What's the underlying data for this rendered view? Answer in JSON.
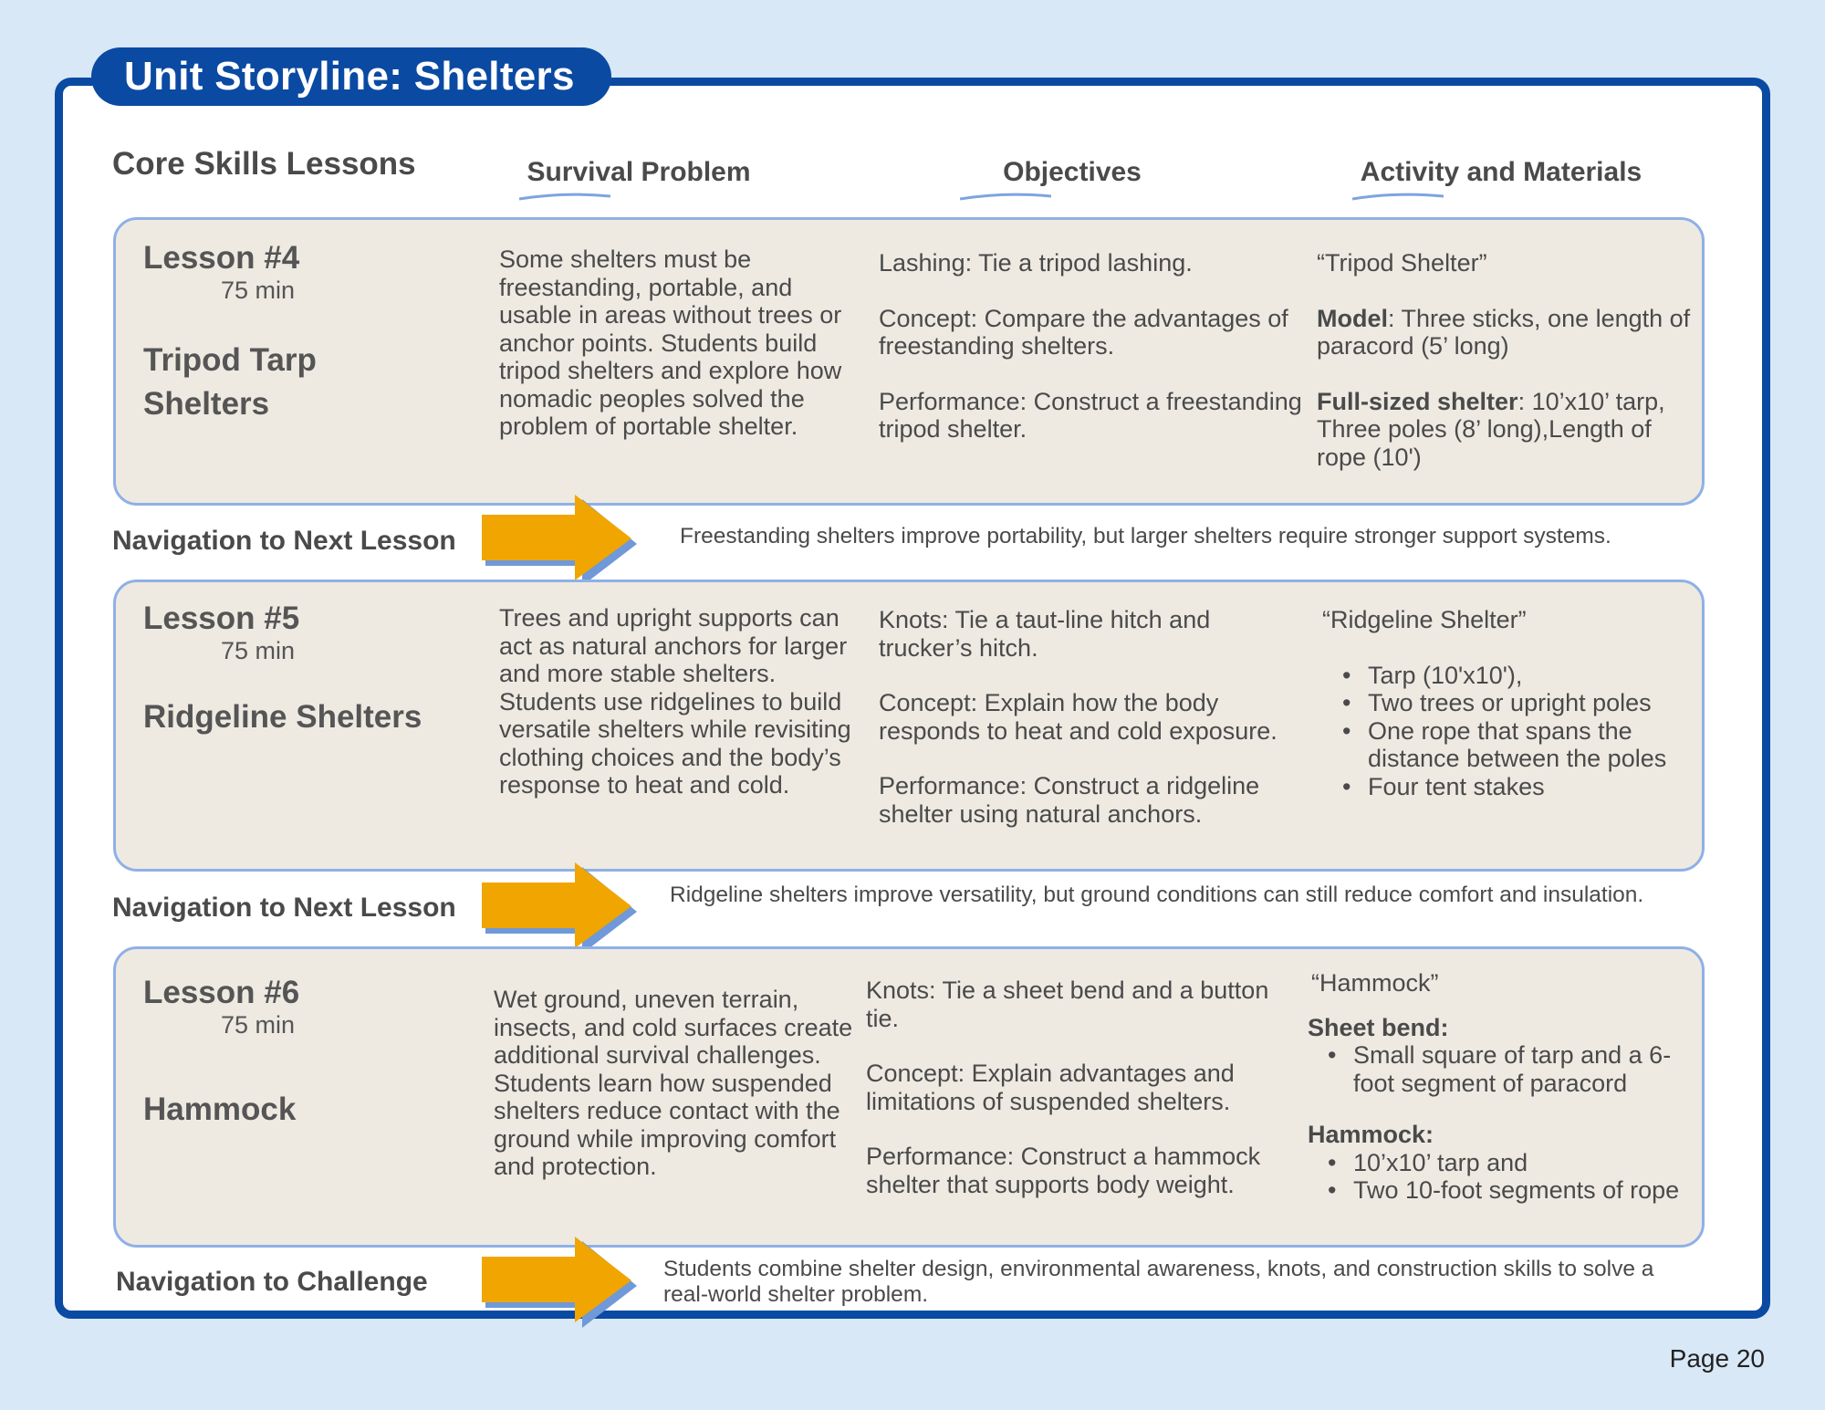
{
  "title": "Unit Storyline: Shelters",
  "core_label": "Core Skills Lessons",
  "columns": [
    "Survival Problem",
    "Objectives",
    "Activity and Materials"
  ],
  "lessons": [
    {
      "number": "Lesson #4",
      "time": "75 min",
      "name_lines": [
        "Tripod Tarp",
        "Shelters"
      ],
      "problem": "Some shelters must be freestanding, portable, and usable in areas without trees or anchor points. Students build tripod shelters and explore how nomadic peoples solved the problem of portable shelter.",
      "objectives": [
        "Lashing: Tie a tripod lashing.",
        "Concept: Compare the advantages of freestanding shelters.",
        "Performance: Construct a freestanding tripod shelter."
      ],
      "activity": {
        "title": "“Tripod Shelter”",
        "model_label": "Model",
        "model_text": ": Three sticks, one length of paracord (5’ long)",
        "full_label": "Full-sized shelter",
        "full_text": ": 10’x10’ tarp, Three poles (8’ long),Length of rope (10')"
      }
    },
    {
      "number": "Lesson #5",
      "time": "75 min",
      "name_lines": [
        "Ridgeline Shelters"
      ],
      "problem": "Trees and upright supports can act as natural anchors for larger and more stable shelters. Students use ridgelines to build versatile shelters while revisiting clothing choices and the body’s response to heat and cold.",
      "objectives": [
        "Knots: Tie a taut-line hitch and trucker’s hitch.",
        "Concept: Explain how the body responds to heat and cold exposure.",
        "Performance: Construct a ridgeline shelter using natural anchors."
      ],
      "activity": {
        "title": "“Ridgeline Shelter”",
        "items": [
          "Tarp (10'x10'),",
          "Two trees or upright poles",
          "One rope that spans the distance between the poles",
          "Four tent stakes"
        ]
      }
    },
    {
      "number": "Lesson #6",
      "time": "75 min",
      "name_lines": [
        "Hammock"
      ],
      "problem": "Wet ground, uneven terrain, insects, and cold surfaces create additional survival challenges. Students learn how suspended shelters reduce contact with the ground while improving comfort and protection.",
      "objectives": [
        "Knots: Tie a sheet bend and a button tie.",
        "Concept: Explain advantages and limitations of suspended shelters.",
        "Performance: Construct a hammock shelter that supports body weight."
      ],
      "activity": {
        "title": "“Hammock”",
        "sheet_label": "Sheet bend:",
        "sheet_items": [
          "Small square of tarp and a 6-foot segment of paracord"
        ],
        "hammock_label": "Hammock:",
        "hammock_items": [
          "10’x10’ tarp and",
          "Two 10-foot segments of rope"
        ]
      }
    }
  ],
  "navs": [
    {
      "label": "Navigation to Next Lesson",
      "text": "Freestanding shelters improve portability, but larger shelters require stronger support systems."
    },
    {
      "label": "Navigation to Next Lesson",
      "text": "Ridgeline shelters improve versatility, but ground conditions can still reduce comfort and insulation."
    },
    {
      "label": "Navigation to Challenge",
      "text": "Students combine shelter design, environmental awareness, knots, and construction skills to solve a real-world shelter problem."
    }
  ],
  "page_number": "Page 20",
  "colors": {
    "frame": "#0b4aa2",
    "panel": "#eeeae2",
    "panel_border": "#8fb0e6",
    "arrow": "#f0a500",
    "arrow_shadow": "#6f99d8",
    "background": "#d8e8f7"
  },
  "icons": {
    "navigation": "right-arrow-icon"
  }
}
